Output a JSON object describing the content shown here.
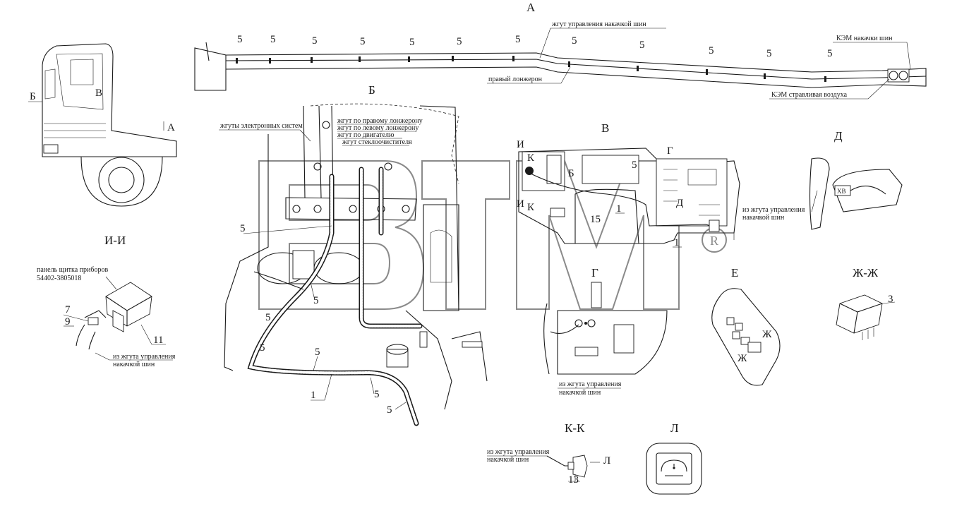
{
  "views": {
    "a": "А",
    "b": "Б",
    "v": "В",
    "g": "Г",
    "d": "Д",
    "e": "Е",
    "ii": "И-И",
    "zhzh": "Ж-Ж",
    "kk": "К-К",
    "l": "Л"
  },
  "cab_marks": {
    "b": "Б",
    "v": "В",
    "a": "А"
  },
  "view_a_labels": {
    "harness": "жгут управления накачкой шин",
    "spar": "правый лонжерон",
    "kem_inflate": "КЭМ накачки шин",
    "kem_release": "КЭМ стравливая воздуха",
    "clamp": "5"
  },
  "view_b_labels": {
    "electronic": "жгуты электронных систем",
    "right_spar": "жгут по правому лонжерону",
    "left_spar": "жгут по левому лонжерону",
    "engine": "жгут по двигателю",
    "wiper": "жгут стеклоочистителя",
    "clamp": "5",
    "harness": "1"
  },
  "view_v_labels": {
    "i": "И",
    "k": "К",
    "i2": "И",
    "k2": "К",
    "b": "Б",
    "g": "Г",
    "d": "Д",
    "n5": "5",
    "n15": "15",
    "n1a": "1",
    "n1b": "1"
  },
  "panel_note": {
    "line1": "панель щитка приборов",
    "line2": "54402-3805018"
  },
  "from_harness": {
    "line1": "из жгута управления",
    "line2": "накачкой шин"
  },
  "ii_nums": {
    "n7": "7",
    "n9": "9",
    "n11": "11"
  },
  "d_labels": {
    "xb": "ХВ"
  },
  "e_labels": {
    "zh1": "Ж",
    "zh2": "Ж"
  },
  "zhzh_nums": {
    "n3": "3"
  },
  "kk_labels": {
    "n13": "13",
    "l": "Л"
  },
  "watermark": {
    "r": "R"
  }
}
